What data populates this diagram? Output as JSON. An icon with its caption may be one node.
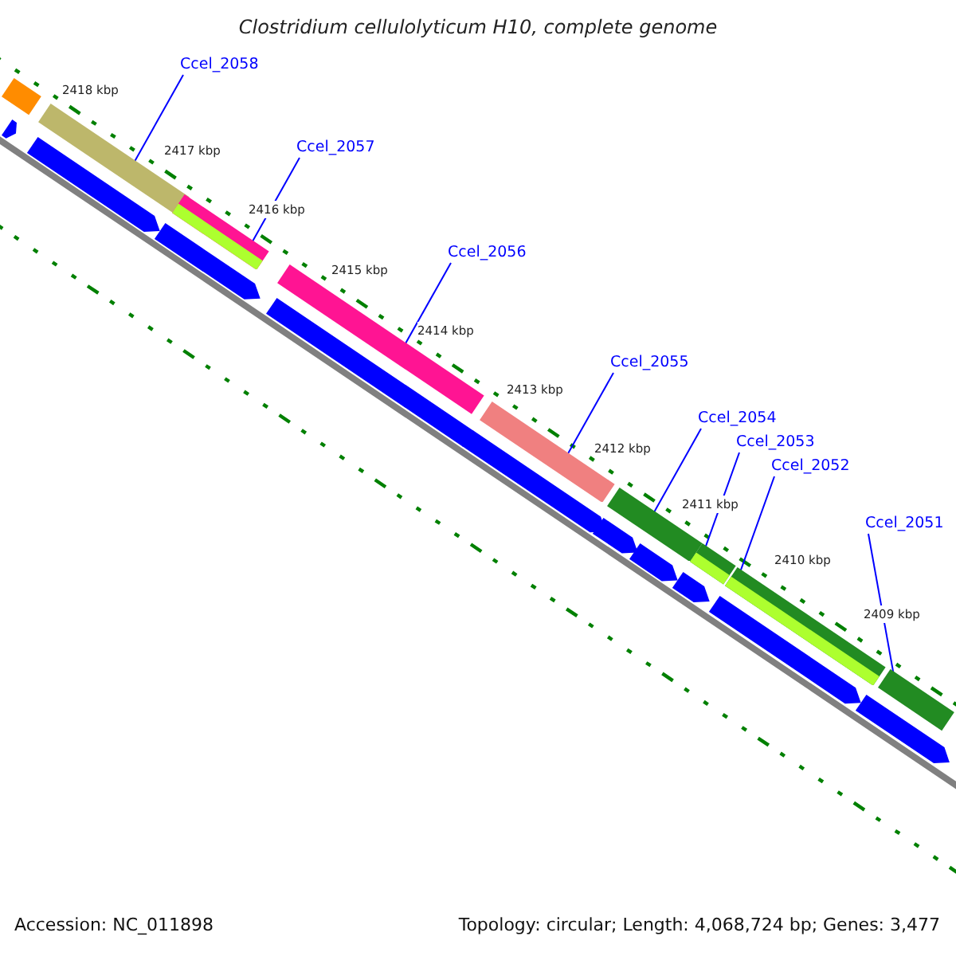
{
  "diagram": {
    "title": "Clostridium cellulolyticum H10, complete genome",
    "nodes": [
      {
        "text": [],
        "shape": "bar"
      },
      {
        "text": [
          "Ccel_2058"
        ]
      },
      {
        "text": [],
        "shape": "bar"
      },
      {
        "text": [
          "Ccel_2057"
        ]
      },
      {
        "text": [],
        "shape": "bar"
      },
      {
        "text": [
          "Ccel_2056"
        ]
      },
      {
        "text": [],
        "shape": "bar"
      },
      {
        "text": [
          "Ccel_2055"
        ]
      },
      {
        "text": [],
        "shape": "bar"
      },
      {
        "text": [
          "Ccel_2054"
        ]
      },
      {
        "text": [],
        "shape": "bar"
      },
      {
        "text": [
          "Ccel_2053"
        ]
      },
      {
        "text": [],
        "shape": "bar"
      },
      {
        "text": [
          "Ccel_2052"
        ]
      },
      {
        "text": [],
        "shape": "bar"
      },
      {
        "text": [
          "Ccel_2051"
        ]
      },
      {
        "text": [],
        "shape": "bar"
      },
      {
        "text": [],
        "shape": "arrow"
      },
      {
        "text": [],
        "shape": "arrow"
      },
      {
        "text": [],
        "shape": "arrow"
      },
      {
        "text": [],
        "shape": "arrow"
      },
      {
        "text": [],
        "shape": "arrow"
      },
      {
        "text": [],
        "shape": "arrow"
      },
      {
        "text": [],
        "shape": "arrow"
      },
      {
        "text": [],
        "shape": "arrow"
      },
      {
        "text": [],
        "shape": "arrow"
      },
      {
        "text": [],
        "shape": "arrow"
      }
    ],
    "edges": [
      {
        "from": 1,
        "to": 2,
        "arrow": "none"
      },
      {
        "from": 3,
        "to": 4,
        "arrow": "none"
      },
      {
        "from": 5,
        "to": 6,
        "arrow": "none"
      },
      {
        "from": 7,
        "to": 8,
        "arrow": "none"
      },
      {
        "from": 9,
        "to": 10,
        "arrow": "none"
      },
      {
        "from": 11,
        "to": 12,
        "arrow": "none"
      },
      {
        "from": 13,
        "to": 14,
        "arrow": "none"
      },
      {
        "from": 15,
        "to": 16,
        "arrow": "none"
      }
    ],
    "labels": [
      "2418 kbp",
      "2417 kbp",
      "2416 kbp",
      "2415 kbp",
      "2414 kbp",
      "2413 kbp",
      "2412 kbp",
      "2411 kbp",
      "2410 kbp",
      "2409 kbp",
      "Accession: NC_011898",
      "Topology: circular; Length: 4,068,724 bp; Genes: 3,477"
    ]
  }
}
